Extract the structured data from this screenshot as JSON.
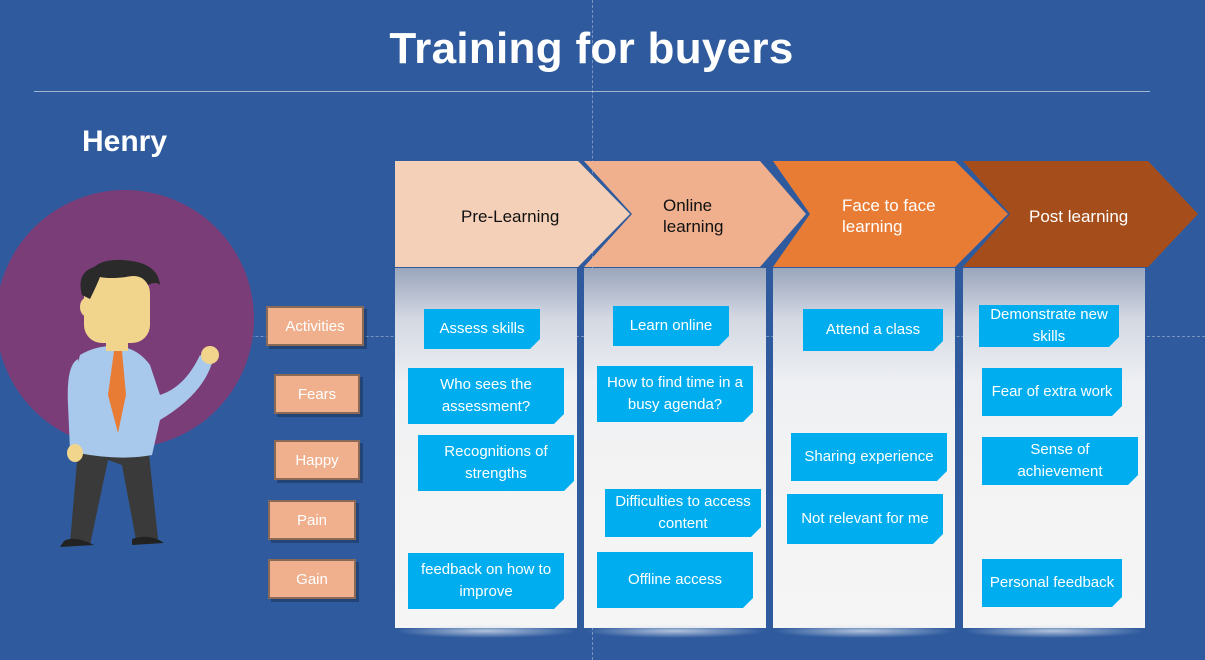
{
  "title": "Training for buyers",
  "persona": "Henry",
  "row_labels": [
    "Activities",
    "Fears",
    "Happy",
    "Pain",
    "Gain"
  ],
  "stages": [
    {
      "label": "Pre-Learning",
      "color": "#f5d0b8"
    },
    {
      "label": "Online learning",
      "color": "#f0b08d"
    },
    {
      "label": "Face to face learning",
      "color": "#e97c35"
    },
    {
      "label": "Post learning",
      "color": "#a64e1b"
    }
  ],
  "notes": {
    "pre": [
      "Assess skills",
      "Who sees the assessment?",
      "Recognitions of strengths",
      "feedback on how to improve"
    ],
    "online": [
      "Learn online",
      "How to find time in a busy agenda?",
      "Difficulties to access content",
      "Offline access"
    ],
    "face": [
      "Attend a class",
      "Sharing experience",
      "Not relevant for me"
    ],
    "post": [
      "Demonstrate new skills",
      "Fear of extra work",
      "Sense of achievement",
      "Personal feedback"
    ]
  },
  "colors": {
    "background": "#2f5b9e",
    "note": "#00aeef",
    "circle": "#7b3d78",
    "label_box": "#f0b08d"
  }
}
